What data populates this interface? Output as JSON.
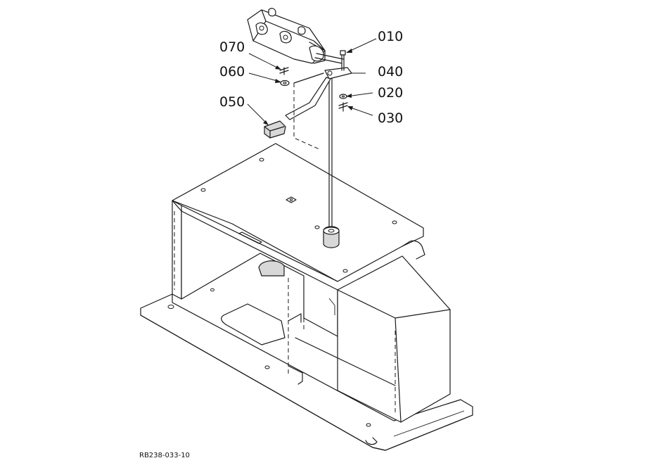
{
  "labels": [
    {
      "id": "label-010",
      "text": "010"
    },
    {
      "id": "label-070",
      "text": "070"
    },
    {
      "id": "label-060",
      "text": "060"
    },
    {
      "id": "label-040",
      "text": "040"
    },
    {
      "id": "label-020",
      "text": "020"
    },
    {
      "id": "label-050",
      "text": "050"
    },
    {
      "id": "label-030",
      "text": "030"
    }
  ],
  "reference_code": "RB238-033-10"
}
